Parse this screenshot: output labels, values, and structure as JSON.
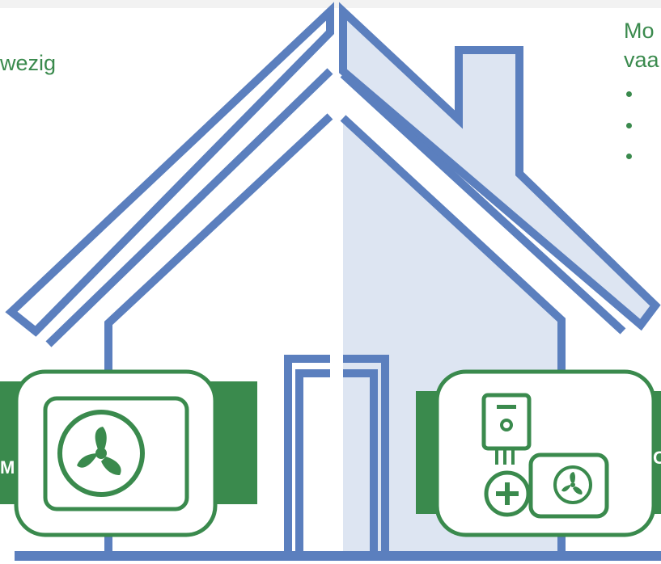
{
  "colors": {
    "house_blue": "#5b7fbe",
    "light_blue_fill": "#dde5f2",
    "brand_green": "#3a8a4d",
    "white": "#ffffff",
    "top_band": "#f2f2f2"
  },
  "left_panel": {
    "text_fragment": "wezig",
    "badge_fragment": "M",
    "device": {
      "icon": "fan-icon",
      "description": "fully electric heat pump unit"
    }
  },
  "right_panel": {
    "text_lines": [
      "Mo",
      "vaa"
    ],
    "bullet_count": 3,
    "badge_fragment": "C",
    "device": {
      "icons": [
        "boiler-icon",
        "plus-icon",
        "fan-icon"
      ],
      "description": "hybrid setup: boiler plus heat pump"
    }
  },
  "icons": [
    "house-outline-icon",
    "chimney-icon",
    "door-icon",
    "fan-icon",
    "boiler-icon",
    "plus-icon"
  ]
}
